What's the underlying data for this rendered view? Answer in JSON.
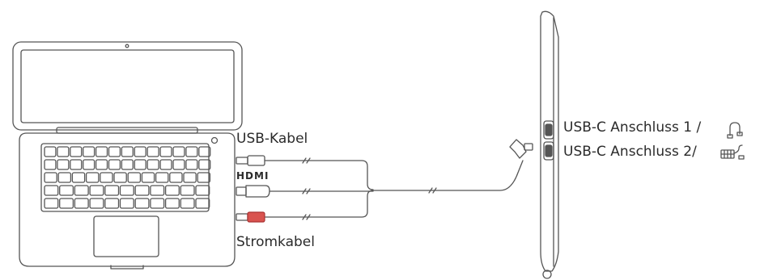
{
  "labels": {
    "usb_cable": "USB-Kabel",
    "hdmi": "HDMI",
    "power_cable": "Stromkabel",
    "port1": "USB-C Anschluss 1 /",
    "port2": "USB-C Anschluss 2/"
  },
  "icons": {
    "port1_icon": "usb-cable-icon",
    "port2_icon": "keyboard-cable-icon"
  },
  "colors": {
    "line": "#555555",
    "power_plug": "#d9534f"
  }
}
